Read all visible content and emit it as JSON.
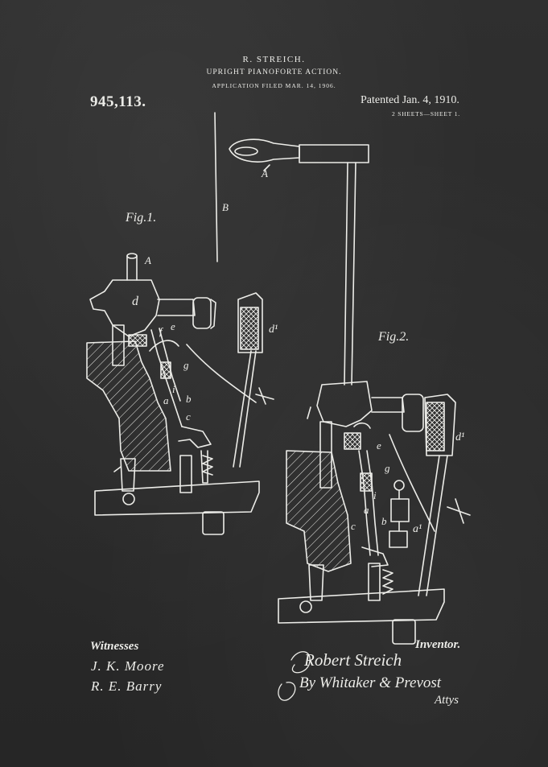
{
  "header": {
    "inventor_name": "R. STREICH.",
    "title": "UPRIGHT PIANOFORTE ACTION.",
    "application_filed": "APPLICATION FILED MAR. 14, 1906.",
    "patent_number": "945,113.",
    "patent_date": "Patented Jan. 4, 1910.",
    "sheets": "2 SHEETS—SHEET 1."
  },
  "figures": {
    "fig1_label": "Fig.1.",
    "fig2_label": "Fig.2."
  },
  "reference_letters": {
    "A_top": "A",
    "B": "B",
    "A_fig1": "A",
    "d": "d",
    "d1_fig1": "d¹",
    "e_fig1": "e",
    "f_fig1": "f",
    "g_fig1": "g",
    "i_fig1": "i",
    "a_fig1": "a",
    "b_fig1": "b",
    "c_fig1": "c",
    "d1_fig2": "d¹",
    "e_fig2": "e",
    "g_fig2": "g",
    "i_fig2": "i",
    "a_fig2": "a",
    "b_fig2": "b",
    "c_fig2": "c",
    "a1_fig2": "a¹"
  },
  "footer": {
    "witnesses_label": "Witnesses",
    "witness_1": "J. K. Moore",
    "witness_2": "R. E. Barry",
    "inventor_label": "Inventor.",
    "inventor_signature": "Robert Streich",
    "attorney_signature": "By Whitaker & Prevost",
    "attorney_suffix": "Attys"
  },
  "colors": {
    "background": "#2b2b2b",
    "chalk": "#ecece8"
  }
}
